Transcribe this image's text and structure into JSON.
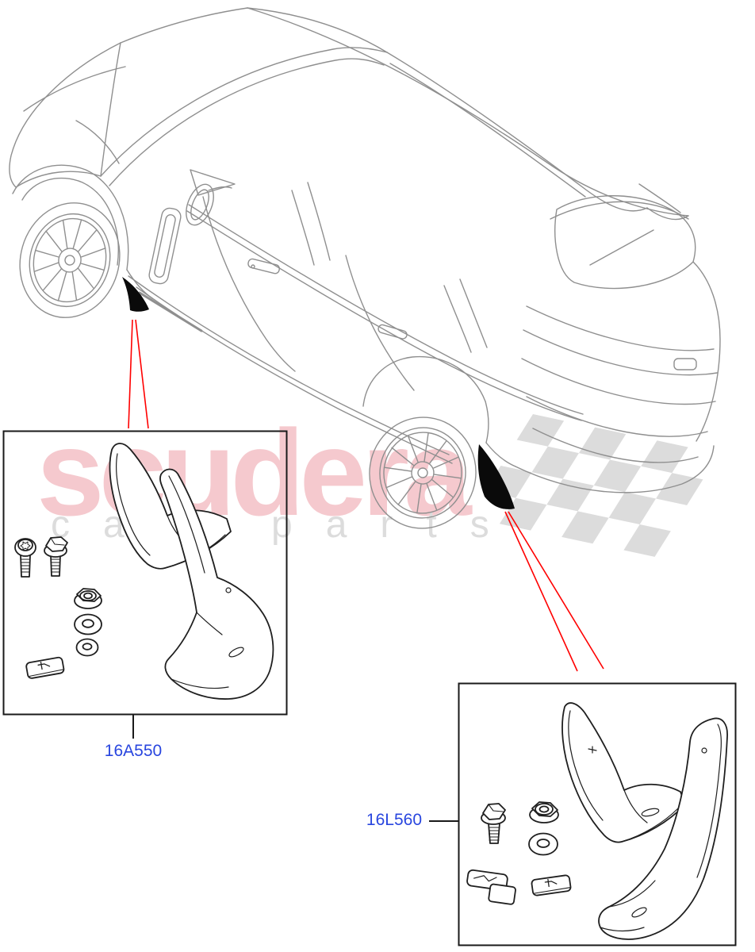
{
  "diagram": {
    "watermark": {
      "brand": "scudera",
      "subtitle": "car parts"
    },
    "callouts": [
      {
        "part_code": "16A550",
        "kit": "front-mudflap-kit"
      },
      {
        "part_code": "16L560",
        "kit": "rear-mudflap-kit"
      }
    ],
    "colors": {
      "background": "#ffffff",
      "vehicle_line": "#8f8f8f",
      "part_line": "#1f1f1f",
      "box_border": "#1a1a1a",
      "leader_red": "#ff0000",
      "label_blue": "#2946df",
      "mudflap_black": "#0a0a0a",
      "watermark_pink": "#f5c9ce",
      "watermark_gray": "#dcdcdc",
      "flag_gray": "#d6d6d6"
    },
    "icons": {
      "vehicle": "suv-three-quarter-top-line-art",
      "kit1_parts": [
        "torx-bolt",
        "hex-flange-bolt",
        "flange-nut",
        "washer-large",
        "washer-small",
        "retainer-clip",
        "mudflap-blade",
        "mudflap-curved"
      ],
      "kit2_parts": [
        "hex-flange-bolt",
        "flange-nut",
        "washer",
        "retainer-bracket",
        "retainer-clip",
        "mudflap-blade",
        "mudflap-curved"
      ]
    }
  }
}
